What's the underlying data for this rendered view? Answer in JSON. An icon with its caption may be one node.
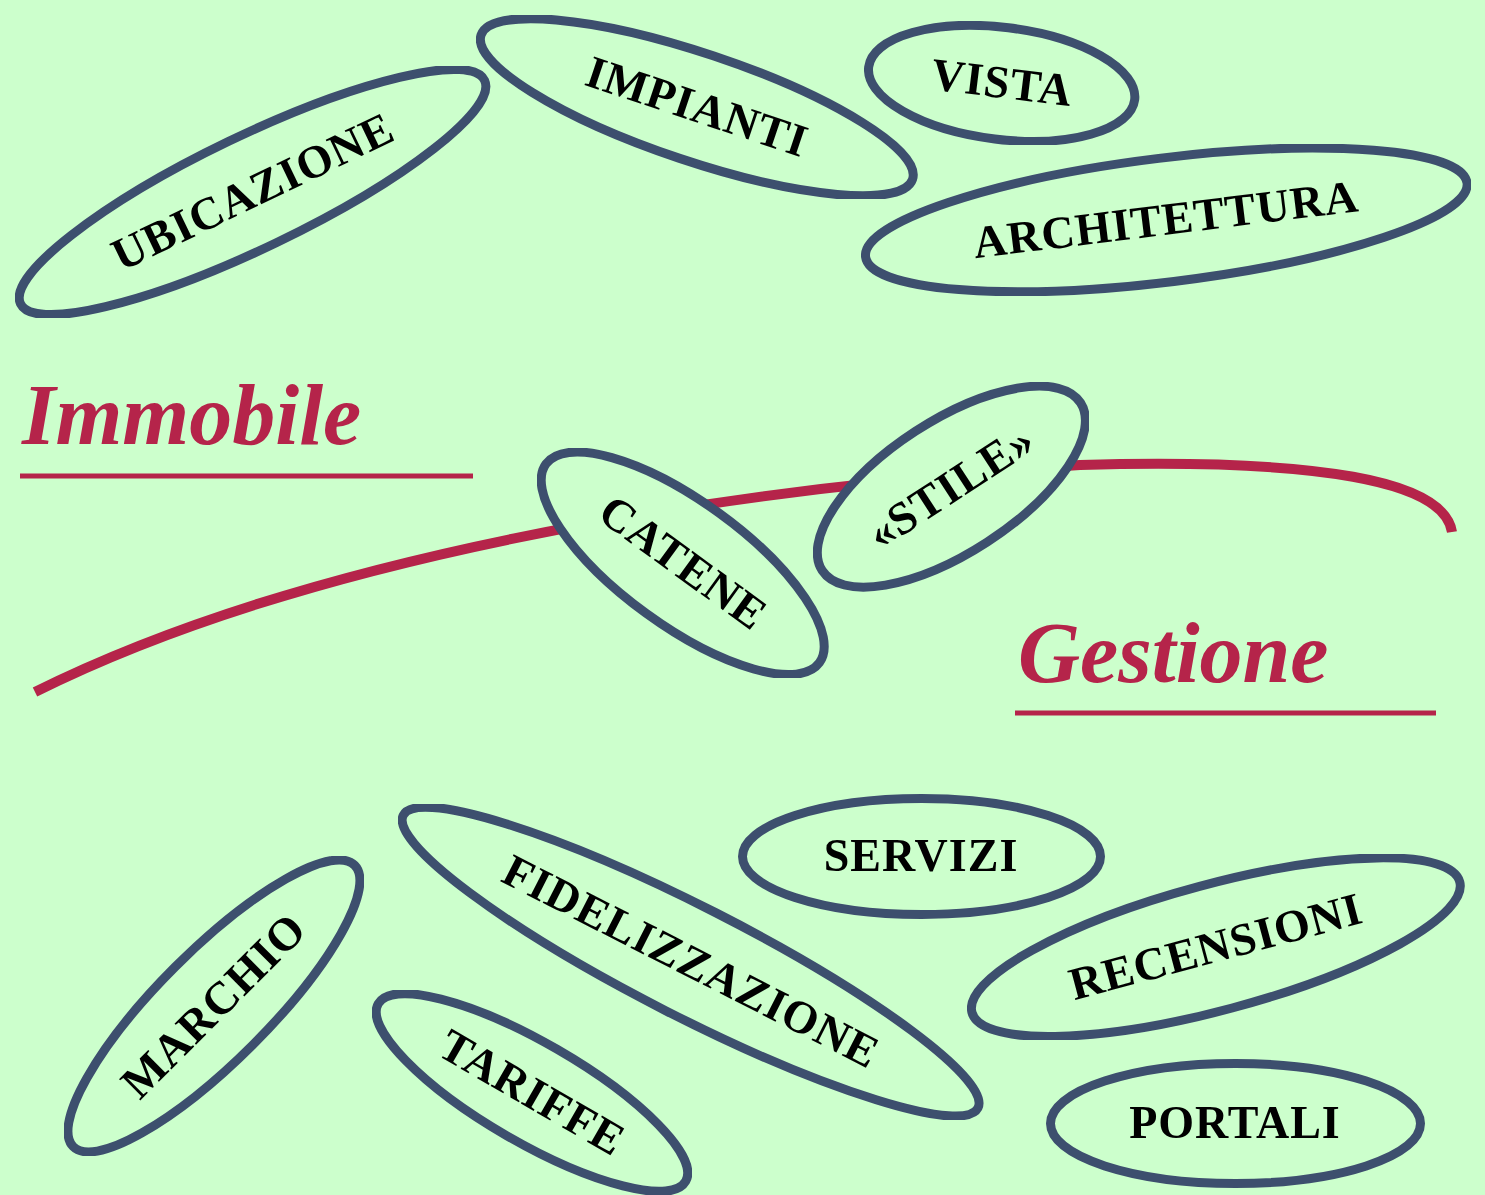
{
  "diagram": {
    "nodes": [
      {
        "text": [
          "UBICAZIONE"
        ]
      },
      {
        "text": [
          "IMPIANTI"
        ]
      },
      {
        "text": [
          "VISTA"
        ]
      },
      {
        "text": [
          "ARCHITETTURA"
        ]
      },
      {
        "text": [
          "CATENE"
        ]
      },
      {
        "text": [
          "«STILE»"
        ]
      },
      {
        "text": [
          "SERVIZI"
        ]
      },
      {
        "text": [
          "FIDELIZZAZIONE"
        ]
      },
      {
        "text": [
          "MARCHIO"
        ]
      },
      {
        "text": [
          "RECENSIONI"
        ]
      },
      {
        "text": [
          "TARIFFE"
        ]
      },
      {
        "text": [
          "PORTALI"
        ]
      }
    ],
    "labels": [
      "Immobile",
      "Gestione"
    ]
  }
}
